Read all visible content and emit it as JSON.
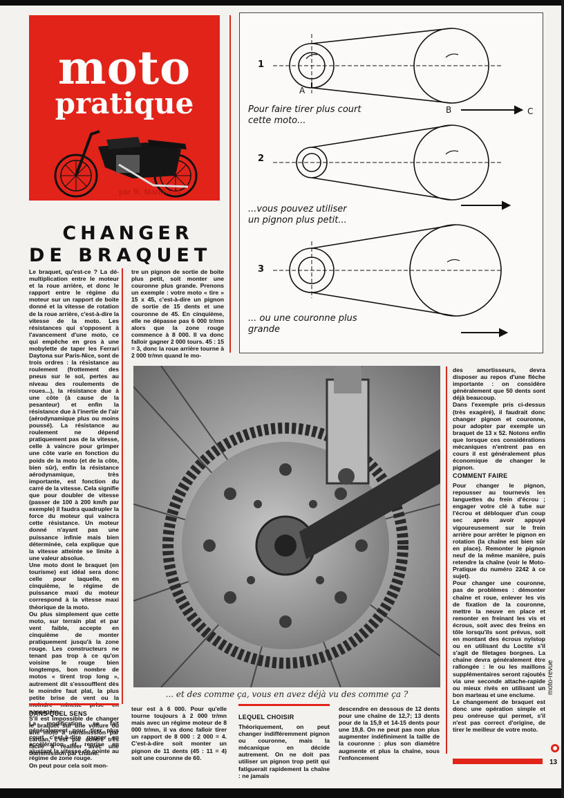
{
  "header": {
    "title_line1": "moto",
    "title_line2": "pratique",
    "byline": "par R. Marchand"
  },
  "title": {
    "line1": "CHANGER",
    "line2": "DE BRAQUET"
  },
  "col1": {
    "body": "Le braquet, qu'est-ce ? La dé-multiplication entre le moteur et la roue arrière, et donc le rapport entre le régime du moteur sur un rapport de boite donné et la vitesse de rotation de la roue arrière, c'est-à-dire la vitesse de la moto. Les résistances qui s'opposent à l'avancement d'une moto, ce qui empêche en gros à une mobylette de taper les Ferrari Daytona sur Paris-Nice, sont de trois ordres : la résistance au roulement (frottement des pneus sur le sol, pertes au niveau des roulements de roues...), la résistance due à une côte (à cause de la pesanteur) et enfin la résistance due à l'inertie de l'air (aérodynamique plus ou moins poussé). La résistance au roulement ne dépend pratiquement pas de la vitesse, celle à vaincre pour grimper une côte varie en fonction du poids de la moto (et de la côte, bien sûr), enfin la résistance aérodynamique, très importante, est fonction du carré de la vitesse. Cela signifie que pour doubler de vitesse (passer de 100 à 200 km/h par exemple) il faudra quadrupler la force du moteur qui vaincra cette résistance. Un moteur donné n'ayant pas une puissance infinie mais bien déterminée, cela explique que la vitesse atteinte se limite à une valeur absolue.",
    "p2": "Une moto dont le braquet (en tourisme) est idéal sera donc celle pour laquelle, en cinquième, le régime de puissance maxi du moteur correspond à la vitesse maxi théorique de la moto.",
    "p3": "Ou plus simplement que cette moto, sur terrain plat et par vent faible, accepte en cinquième de monter pratiquement jusqu'à la zone rouge. Les constructeurs ne tenant pas trop à ce qu'on voisine le rouge bien longtemps, bon nombre de motos « tirent trop long », autrement dit s'essoufflent dès le moindre faut plat, la plus petite brise de vent ou la moindre minette prise en passagère.",
    "p4": "S'il est impossible de changer le braquet sur une voiture ou une moto à transmission par cardan, c'est par contre très facile à réaliser avec une transmission par chaîne.",
    "head": "DANS QUEL SENS",
    "p5": "La modification se fait généralement pour tirer plus court c'est-à-dire gagner en accélération et reprise en ajustant la vitesse de pointe au régime de zone rouge.",
    "p6": "On peut pour cela soit mon-"
  },
  "col2": {
    "body": "tre un pignon de sortie de boite plus petit, soit monter une couronne plus grande. Prenons un exemple : votre moto « tire » 15 x 45, c'est-à-dire un pignon de sortie de 15 dents et une couronne de 45. En cinquième, elle ne dépasse pas 6 000 tr/mn alors que la zone rouge commence à 8 000. Il va donc falloir gagner 2 000 tours. 45 : 15 = 3, donc la roue arrière tourne à 2 000 tr/mn quand le mo-",
    "bottom": "teur est à 6 000. Pour qu'elle tourne toujours à 2 000 tr/mn mais avec un régime moteur de 8 000 tr/mn, il va donc falloir tirer un rapport de 8 000 : 2 000 = 4. C'est-à-dire soit monter un pignon de 11 dents (45 : 11 = 4) soit une couronne de 60."
  },
  "col3": {
    "head": "LEQUEL CHOISIR",
    "body": "Théoriquement, on peut changer indifféremment pignon ou couronne, mais la mécanique en décide autrement. On ne doit pas utiliser un pignon trop petit qui fatiguerait rapidement la chaîne : ne jamais"
  },
  "col4": {
    "bottom": "descendre en dessous de 12 dents pour une chaîne de 12,7; 13 dents pour de la 15,9 et 14-15 dents pour une 19,8. On ne peut pas non plus augmenter indéfiniment la taille de la couronne : plus son diamètre augmente et plus la chaîne, sous l'enfoncement"
  },
  "col5": {
    "p1": "des amortisseurs, devra disposer au repos d'une flèche importante : on considère généralement que 50 dents sont déjà beaucoup.",
    "p2": "Dans l'exemple pris ci-dessus (très exagéré), il faudrait donc changer pignon et couronne, pour adopter par exemple un braquet de 13 x 52. Notons enfin que lorsque ces considérations mécaniques n'entrent pas en cours il est généralement plus économique de changer le pignon.",
    "head": "COMMENT FAIRE",
    "p3": "Pour changer le pignon, repousser au tournevis les languettes du frein d'écrou ; engager votre clé à tube sur l'écrou et débloquer d'un coup sec après avoir appuyé vigoureusement sur le frein arrière pour arrêter le pignon en rotation (la chaîne est bien sûr en place). Remonter le pignon neuf de la même manière, puis retendre la chaîne (voir le Moto-Pratique du numéro 2242 à ce sujet).",
    "p4": "Pour changer une couronne, pas de problèmes : démonter chaîne et roue, enlever les vis de fixation de la couronne, mettre la neuve en place et remonter en freinant les vis et écrous, soit avec des freins en tôle lorsqu'ils sont prévus, soit en montant des écrous nylstop ou en utilisant du Loctite s'il s'agit de filetages borgnes. La chaîne devra généralement être rallongée : le ou les maillons supplémentaires seront rajoutés via une seconde attache-rapide ou mieux rivés en utilisant un bon marteau et une enclume.",
    "p5": "Le changement de braquet est donc une opération simple et peu onéreuse qui permet, s'il n'est pas correct d'origine, de tirer le meilleur de votre moto."
  },
  "diagram": {
    "n1": "1",
    "n2": "2",
    "n3": "3",
    "label_a": "A",
    "label_b": "B",
    "label_c": "C",
    "note1_l1": "Pour faire tirer plus court",
    "note1_l2": "cette moto...",
    "note2_l1": "...vous pouvez utiliser",
    "note2_l2": "un pignon plus petit...",
    "note3_l1": "... ou une couronne plus",
    "note3_l2": "grande"
  },
  "photo": {
    "caption": "... et des comme ça, vous en avez déjà vu des comme ça ?"
  },
  "footer": {
    "magazine": "moto-revue",
    "page": "13"
  },
  "colors": {
    "accent": "#e2231a"
  }
}
